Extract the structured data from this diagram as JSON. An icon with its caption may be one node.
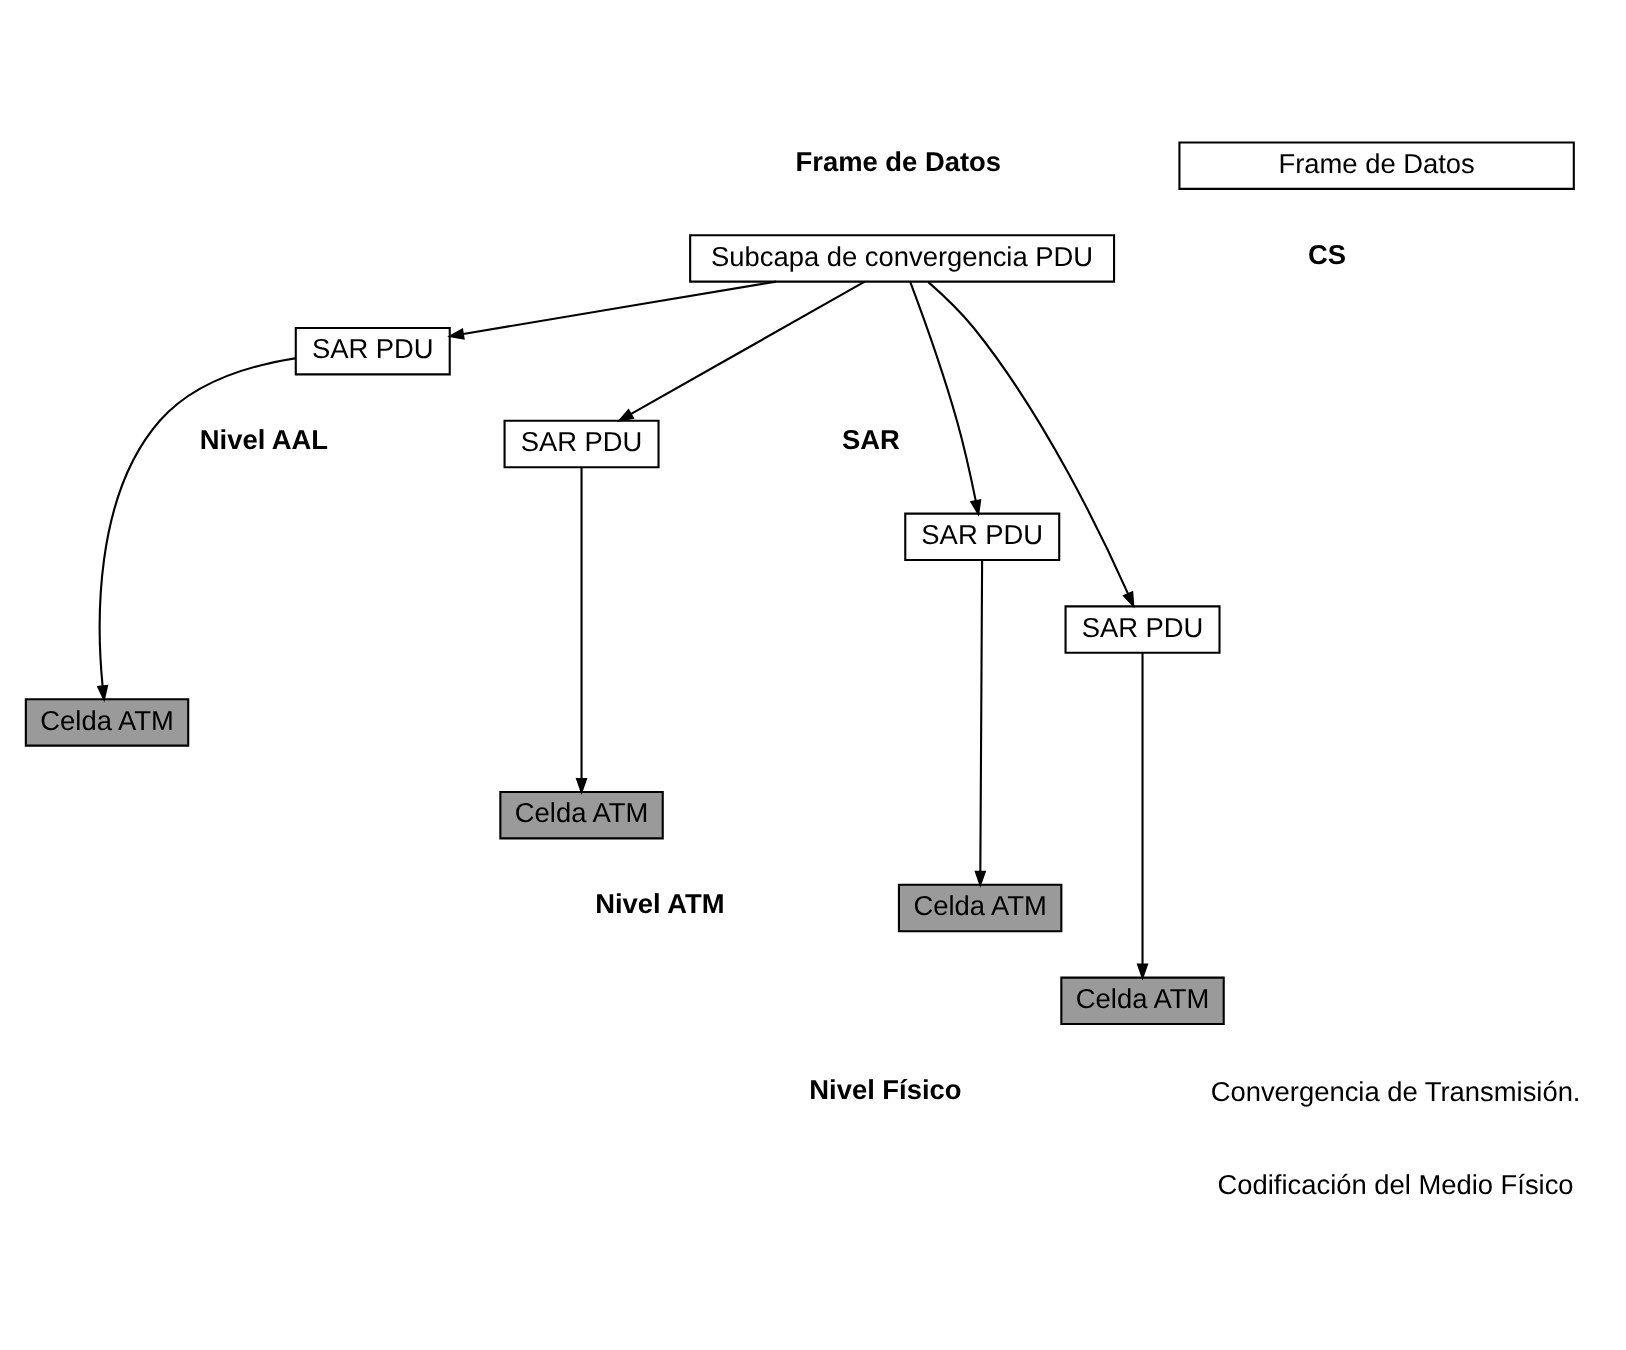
{
  "diagram": {
    "nodes": [
      {
        "text": [
          "Frame de Datos"
        ]
      },
      {
        "text": [
          "Subcapa de convergencia PDU"
        ]
      },
      {
        "text": [
          "SAR PDU"
        ]
      },
      {
        "text": [
          "SAR PDU"
        ]
      },
      {
        "text": [
          "SAR PDU"
        ]
      },
      {
        "text": [
          "SAR PDU"
        ]
      },
      {
        "text": [
          "Celda ATM"
        ]
      },
      {
        "text": [
          "Celda ATM"
        ]
      },
      {
        "text": [
          "Celda ATM"
        ]
      },
      {
        "text": [
          "Celda ATM"
        ]
      }
    ],
    "edges": [
      {
        "from": 1,
        "to": 2,
        "arrow": "to"
      },
      {
        "from": 1,
        "to": 3,
        "arrow": "to"
      },
      {
        "from": 1,
        "to": 4,
        "arrow": "to"
      },
      {
        "from": 1,
        "to": 5,
        "arrow": "to"
      },
      {
        "from": 2,
        "to": 6,
        "arrow": "to"
      },
      {
        "from": 3,
        "to": 7,
        "arrow": "to"
      },
      {
        "from": 4,
        "to": 8,
        "arrow": "to"
      },
      {
        "from": 5,
        "to": 9,
        "arrow": "to"
      }
    ],
    "labels": [
      "Frame de Datos",
      "CS",
      "Nivel AAL",
      "SAR",
      "Nivel ATM",
      "Nivel Físico",
      "Convergencia de Transmisión.",
      "Codificación del Medio Físico"
    ]
  }
}
